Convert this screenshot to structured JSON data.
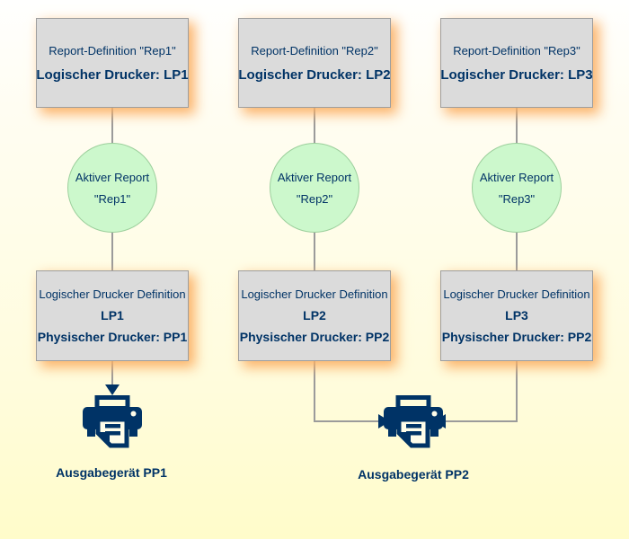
{
  "diagram": {
    "columns": [
      {
        "report_definition": "Report-Definition \"Rep1\"",
        "logical_printer": "Logischer Drucker: LP1",
        "active_report_line1": "Aktiver Report",
        "active_report_line2": "\"Rep1\"",
        "printer_def_title": "Logischer Drucker Definition",
        "printer_def_name": "LP1",
        "physical_printer": "Physischer Drucker: PP1"
      },
      {
        "report_definition": "Report-Definition \"Rep2\"",
        "logical_printer": "Logischer Drucker: LP2",
        "active_report_line1": "Aktiver Report",
        "active_report_line2": "\"Rep2\"",
        "printer_def_title": "Logischer Drucker Definition",
        "printer_def_name": "LP2",
        "physical_printer": "Physischer Drucker: PP2"
      },
      {
        "report_definition": "Report-Definition \"Rep3\"",
        "logical_printer": "Logischer Drucker: LP3",
        "active_report_line1": "Aktiver Report",
        "active_report_line2": "\"Rep3\"",
        "printer_def_title": "Logischer Drucker Definition",
        "printer_def_name": "LP3",
        "physical_printer": "Physischer Drucker: PP2"
      }
    ],
    "output_devices": [
      {
        "label": "Ausgabegerät PP1"
      },
      {
        "label": "Ausgabegerät PP2"
      }
    ],
    "colors": {
      "text_navy": "#003366",
      "box_fill": "#dbdbdb",
      "box_border": "#9e9e9e",
      "box_glow": "#fcb064",
      "circle_fill": "#ccf8cc",
      "circle_border": "#9ccf9c",
      "connector_gray": "#9b9b9b",
      "background_top": "#fffffe",
      "background_bottom": "#fffcca"
    }
  }
}
